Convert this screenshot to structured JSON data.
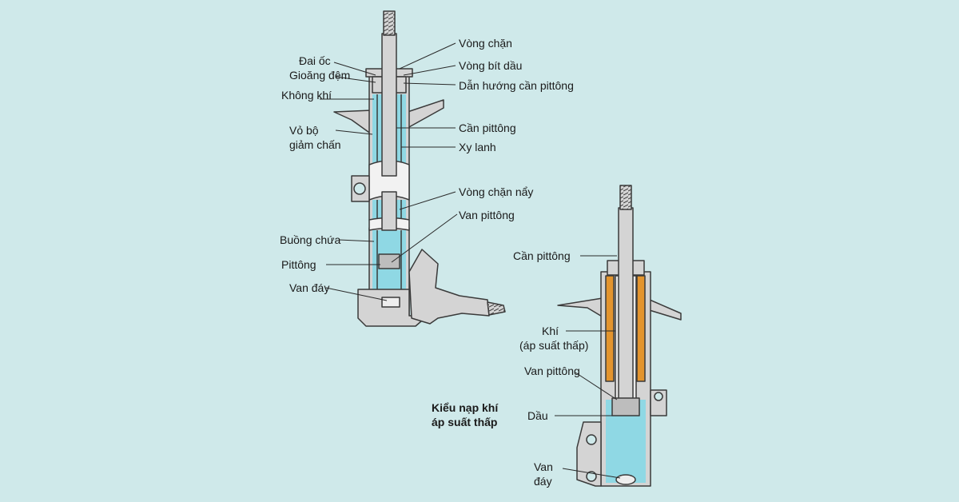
{
  "colors": {
    "background": "#cfe9ea",
    "oil": "#8fd8e4",
    "gas": "#e3942e",
    "metal": "#d4d4d4",
    "outline": "#3a3a3a"
  },
  "left_strut": {
    "labels": {
      "vong_chan": "Vòng chặn",
      "dai_oc": "Đai ốc",
      "vong_bit_dau": "Vòng bít dầu",
      "gioang_dem": "Gioăng đệm",
      "dan_huong": "Dẫn hướng cần pittông",
      "khong_khi": "Không khí",
      "vo_bo_1": "Vỏ bộ",
      "vo_bo_2": "giảm chấn",
      "can_pittong": "Cần pittông",
      "xy_lanh": "Xy lanh",
      "vong_chan_nay": "Vòng chặn nẩy",
      "van_pittong": "Van pittông",
      "buong_chua": "Buồng chứa",
      "pittong": "Pittông",
      "van_day": "Van đáy"
    }
  },
  "right_strut": {
    "labels": {
      "can_pittong": "Cần pittông",
      "khi_1": "Khí",
      "khi_2": "(áp suất thấp)",
      "van_pittong": "Van pittông",
      "dau": "Dầu",
      "van": "Van",
      "day": "đáy"
    },
    "caption_1": "Kiểu nạp khí",
    "caption_2": "áp suất thấp"
  }
}
